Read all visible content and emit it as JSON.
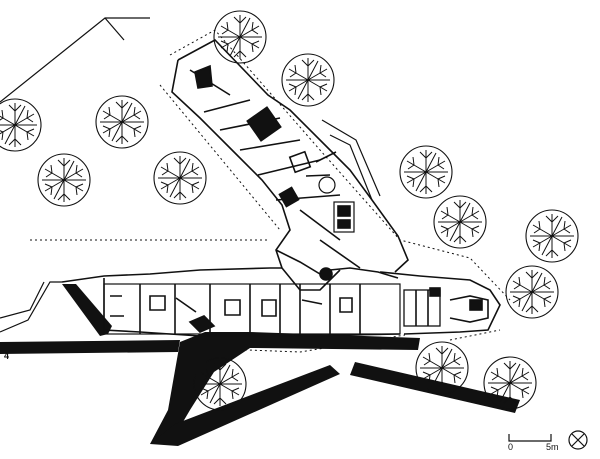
{
  "figure": {
    "number": "4"
  },
  "scale_bar": {
    "start_label": "0",
    "end_label": "5m"
  },
  "north_arrow": {
    "icon": "north-arrow-icon"
  },
  "colors": {
    "ink": "#111111",
    "paper": "#ffffff"
  }
}
